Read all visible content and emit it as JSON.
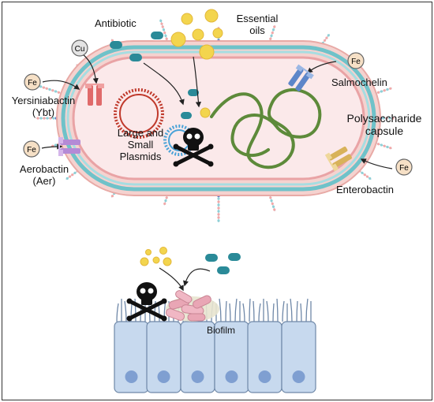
{
  "labels": {
    "antibiotic": "Antibiotic",
    "essential_oils_l1": "Essential",
    "essential_oils_l2": "oils",
    "salmochelin": "Salmochelin",
    "yersiniabactin_l1": "Yersiniabactin",
    "yersiniabactin_l2": "(Ybt)",
    "capsule_l1": "Polysaccharide",
    "capsule_l2": "capsule",
    "plasmids_l1": "Large and",
    "plasmids_l2": "Small",
    "plasmids_l3": "Plasmids",
    "aerobactin_l1": "Aerobactin",
    "aerobactin_l2": "(Aer)",
    "enterobactin": "Enterobactin",
    "biofilm": "Biofilm"
  },
  "ions": {
    "fe": "Fe",
    "cu": "Cu"
  },
  "colors": {
    "capsule_pink": "#f2c4c0",
    "membrane_teal": "#6fc2c9",
    "cytoplasm": "#fbe9ea",
    "plasmid_red": "#c0392b",
    "plasmid_blue": "#4aa3d8",
    "dna_green": "#5d8a3a",
    "antibiotic_teal": "#2a8a98",
    "oil_yellow": "#f3d54e",
    "cell_blue": "#c7d9ee",
    "nucleus_blue": "#7f9fd1",
    "ion_fill": "#f6e0c6"
  }
}
